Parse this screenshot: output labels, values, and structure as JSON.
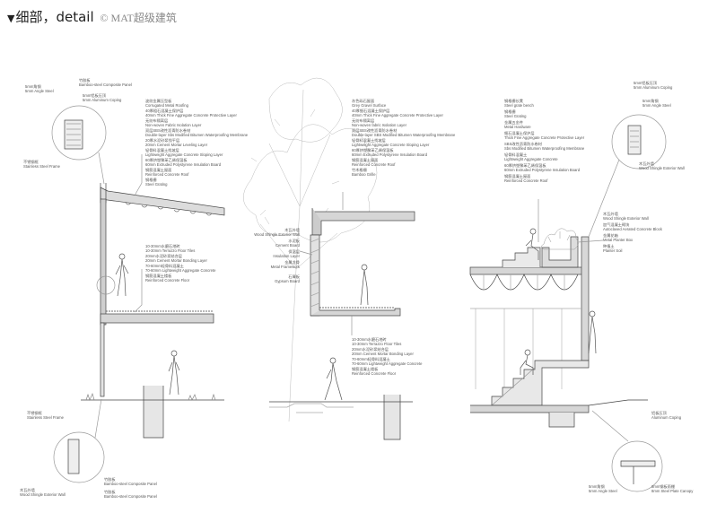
{
  "header": {
    "marker": "▼",
    "title": "细部，detail",
    "credit": "© MAT超级建筑"
  },
  "left_section": {
    "top_detail": [
      {
        "zh": "竹胶板",
        "en": "Bamboo-steel Composite Panel"
      },
      {
        "zh": "5mm角钢",
        "en": "5mm Angle Steel"
      },
      {
        "zh": "5mm铝板压顶",
        "en": "5mm Aluminum Coping"
      }
    ],
    "frame_label": {
      "zh": "不锈钢框",
      "en": "Stainless Steel Frame"
    },
    "roof_layers": [
      {
        "zh": "波纹金属压型板",
        "en": "Corrugated Metal Roofing"
      },
      {
        "zh": "40厚粗石混凝土保护层",
        "en": "40mm Thick Fine Aggregate Concrete Protective Layer"
      },
      {
        "zh": "无纺布隔离层",
        "en": "Non-woven Fabric Isolation Layer"
      },
      {
        "zh": "双层SBS改性沥青防水卷材",
        "en": "Double-layer Sbs Modified Bitumen Waterproofing Membrane"
      },
      {
        "zh": "20厚水泥砂浆找平层",
        "en": "20mm Cement Mortar Leveling Layer"
      },
      {
        "zh": "轻骨料混凝土找坡层",
        "en": "Lightweight Aggregate Concrete Sloping Layer"
      },
      {
        "zh": "60厚挤塑聚苯乙烯保温板",
        "en": "60mm Extruded Polystyrene Insulation Board"
      },
      {
        "zh": "钢筋混凝土屋面",
        "en": "Reinforced Concrete Roof"
      },
      {
        "zh": "钢格栅",
        "en": "Steel Grating"
      }
    ],
    "floor_layers": [
      {
        "zh": "10-30mm水磨石地砖",
        "en": "10-30mm Terrazzo Floor Tiles"
      },
      {
        "zh": "20mm水泥砂浆结合层",
        "en": "20mm Cement Mortar Bonding Layer"
      },
      {
        "zh": "70-60mm轻骨料混凝土",
        "en": "70-60mm Lightweight Aggregate Concrete"
      },
      {
        "zh": "钢筋混凝土楼板",
        "en": "Reinforced Concrete Floor"
      }
    ],
    "bottom_detail": [
      {
        "zh": "不锈钢框",
        "en": "Stainless Steel Frame"
      },
      {
        "zh": "木瓦外墙",
        "en": "Wood Shingle Exterior Wall"
      },
      {
        "zh": "竹胶板",
        "en": "Bamboo-steel Composite Panel"
      },
      {
        "zh": "竹胶板",
        "en": "Bamboo-steel Composite Panel"
      }
    ]
  },
  "middle_section": {
    "roof_layers": [
      {
        "zh": "灰色砾石屋面",
        "en": "Grey Gravel Surface"
      },
      {
        "zh": "40厚细石混凝土保护层",
        "en": "40mm Thick Fine Aggregate Concrete Protective Layer"
      },
      {
        "zh": "无纺布隔离层",
        "en": "Non-woven fabric Isolation Layer"
      },
      {
        "zh": "双层SBS改性沥青防水卷材",
        "en": "Double-layer SBS Modified Bitumen Waterproofing Membrane"
      },
      {
        "zh": "轻骨料混凝土找坡层",
        "en": "Lightweight Aggregate Concrete Sloping Layer"
      },
      {
        "zh": "60厚挤塑聚苯乙烯保温板",
        "en": "60mm Extruded Polystyrene Insulation Board"
      },
      {
        "zh": "钢筋混凝土屋面",
        "en": "Reinforced Concrete Roof"
      },
      {
        "zh": "竹木格栅",
        "en": "Bamboo Grille"
      }
    ],
    "wall_layers": [
      {
        "zh": "木瓦外墙",
        "en": "Wood Shingle Exterior Wall"
      },
      {
        "zh": "水泥板",
        "en": "Cement Board"
      },
      {
        "zh": "保温层",
        "en": "Insulation Layer"
      },
      {
        "zh": "金属龙骨",
        "en": "Metal Framework"
      },
      {
        "zh": "石膏板",
        "en": "Gypsum Board"
      }
    ],
    "floor_layers": [
      {
        "zh": "10-30mm水磨石地砖",
        "en": "10-30mm Terrazzo Floor Tiles"
      },
      {
        "zh": "20mm水泥砂浆结合层",
        "en": "20mm Cement Mortar Bonding Layer"
      },
      {
        "zh": "70-60mm轻骨料混凝土",
        "en": "70-60mm Lightweight Aggregate Concrete"
      },
      {
        "zh": "钢筋混凝土楼板",
        "en": "Reinforced Concrete Floor"
      }
    ]
  },
  "right_section": {
    "roof_layers": [
      {
        "zh": "钢格栅长凳",
        "en": "Steel grate bench"
      },
      {
        "zh": "钢格栅",
        "en": "Steel Grating"
      },
      {
        "zh": "金属五金件",
        "en": "Metal Hardware"
      },
      {
        "zh": "细石混凝土保护层",
        "en": "Thick Fine Aggregate Concrete Protective Layer"
      },
      {
        "zh": "SBS改性沥青防水卷材",
        "en": "Sbs Modified Bitumen Waterproofing Membrane"
      },
      {
        "zh": "轻骨料混凝土",
        "en": "Lightweight Aggregate Concrete"
      },
      {
        "zh": "60厚挤塑聚苯乙烯保温板",
        "en": "60mm Extruded Polystyrene Insulation Board"
      },
      {
        "zh": "钢筋混凝土屋面",
        "en": "Reinforced Concrete Roof"
      }
    ],
    "top_detail": [
      {
        "zh": "5mm铝板压顶",
        "en": "5mm Aluminum Coping"
      },
      {
        "zh": "5mm角钢",
        "en": "5mm Angle Steel"
      }
    ],
    "wall_label": {
      "zh": "木瓦外墙",
      "en": "Wood Shingle Exterior Wall"
    },
    "planter_layers": [
      {
        "zh": "木瓦外墙",
        "en": "Wood Shingle Exterior Wall"
      },
      {
        "zh": "加气混凝土砌块",
        "en": "Autoclaved Aerated Concrete Block"
      },
      {
        "zh": "金属花箱",
        "en": "Metal Planter Box"
      },
      {
        "zh": "种植土",
        "en": "Planter Soil"
      }
    ],
    "bottom_detail": [
      {
        "zh": "铝板压顶",
        "en": "Aluminum Coping"
      },
      {
        "zh": "5mm角钢",
        "en": "5mm Angle Steel"
      },
      {
        "zh": "8mm钢板雨棚",
        "en": "8mm Steel Plate Canopy"
      }
    ]
  }
}
